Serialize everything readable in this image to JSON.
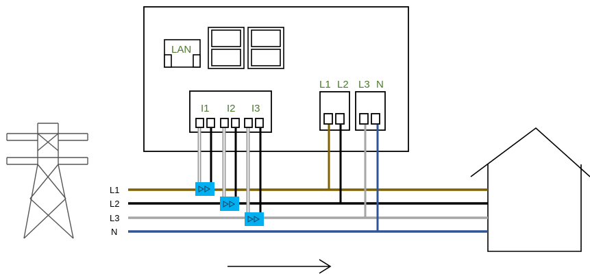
{
  "meter": {
    "lan_label": "LAN",
    "ct_labels": [
      "I1",
      "I2",
      "I3"
    ],
    "voltage_labels": [
      "L1",
      "L2",
      "L3",
      "N"
    ]
  },
  "lines": [
    {
      "label": "L1",
      "color": "#7f6000"
    },
    {
      "label": "L2",
      "color": "#000000"
    },
    {
      "label": "L3",
      "color": "#a6a6a6"
    },
    {
      "label": "N",
      "color": "#2f5597"
    }
  ],
  "colors": {
    "ct_clamp": "#00b0f0",
    "label_green": "#4a7a2a"
  },
  "icons": {
    "grid_source": "pylon-icon",
    "load": "house-icon",
    "flow_direction": "arrow-right-icon"
  }
}
